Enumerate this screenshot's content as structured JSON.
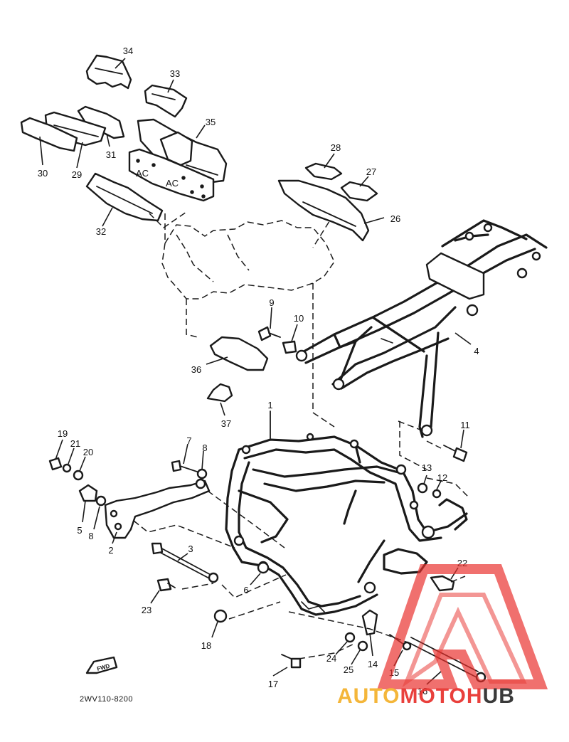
{
  "diagram": {
    "code": "2WV110-8200",
    "fwd_label": "FWD",
    "callouts": [
      {
        "id": "c34",
        "label": "34"
      },
      {
        "id": "c33",
        "label": "33"
      },
      {
        "id": "c35",
        "label": "35"
      },
      {
        "id": "c31",
        "label": "31"
      },
      {
        "id": "c30",
        "label": "30"
      },
      {
        "id": "c29",
        "label": "29"
      },
      {
        "id": "c32",
        "label": "32"
      },
      {
        "id": "c28",
        "label": "28"
      },
      {
        "id": "c27",
        "label": "27"
      },
      {
        "id": "c26",
        "label": "26"
      },
      {
        "id": "c9",
        "label": "9"
      },
      {
        "id": "c10",
        "label": "10"
      },
      {
        "id": "c4",
        "label": "4"
      },
      {
        "id": "c36",
        "label": "36"
      },
      {
        "id": "c37",
        "label": "37"
      },
      {
        "id": "c11",
        "label": "11"
      },
      {
        "id": "c1",
        "label": "1"
      },
      {
        "id": "c19",
        "label": "19"
      },
      {
        "id": "c21",
        "label": "21"
      },
      {
        "id": "c20",
        "label": "20"
      },
      {
        "id": "c7",
        "label": "7"
      },
      {
        "id": "c8a",
        "label": "8"
      },
      {
        "id": "c13",
        "label": "13"
      },
      {
        "id": "c12",
        "label": "12"
      },
      {
        "id": "c5",
        "label": "5"
      },
      {
        "id": "c8b",
        "label": "8"
      },
      {
        "id": "c2",
        "label": "2"
      },
      {
        "id": "c3",
        "label": "3"
      },
      {
        "id": "c6",
        "label": "6"
      },
      {
        "id": "c22",
        "label": "22"
      },
      {
        "id": "c23",
        "label": "23"
      },
      {
        "id": "c18",
        "label": "18"
      },
      {
        "id": "c24",
        "label": "24"
      },
      {
        "id": "c14",
        "label": "14"
      },
      {
        "id": "c25",
        "label": "25"
      },
      {
        "id": "c15",
        "label": "15"
      },
      {
        "id": "c17",
        "label": "17"
      },
      {
        "id": "c16",
        "label": "16"
      }
    ],
    "part_markings": [
      "AC",
      "AC"
    ]
  },
  "watermark": {
    "text": "AUTOMOTOHUB",
    "accent_color": "#e8302c",
    "secondary_color": "#f4b02a",
    "ink_color": "#2a2a2a"
  }
}
